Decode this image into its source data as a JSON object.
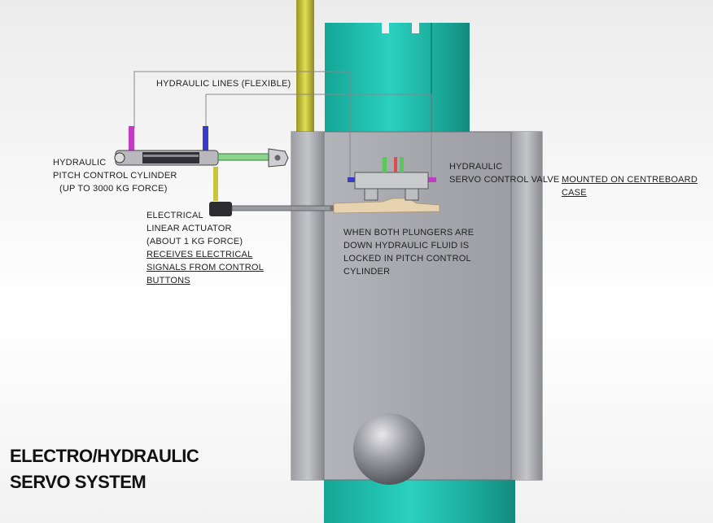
{
  "labels": {
    "hydraulic_lines": "HYDRAULIC LINES (FLEXIBLE)",
    "pitch_cylinder": [
      "HYDRAULIC",
      "PITCH CONTROL CYLINDER",
      "(UP TO 3000 KG FORCE)"
    ],
    "linear_actuator": [
      "ELECTRICAL",
      "LINEAR ACTUATOR",
      "(ABOUT 1 KG FORCE)"
    ],
    "actuator_signals": [
      "RECEIVES ELECTRICAL",
      "SIGNALS FROM CONTROL",
      "BUTTONS"
    ],
    "servo_valve": [
      "HYDRAULIC",
      "SERVO CONTROL VALVE"
    ],
    "mounted_on": [
      "MOUNTED ON CENTREBOARD",
      "CASE"
    ],
    "plungers_note": [
      "WHEN BOTH PLUNGERS ARE",
      "DOWN HYDRAULIC FLUID IS",
      "LOCKED IN PITCH CONTROL",
      "CYLINDER"
    ]
  },
  "title": [
    "ELECTRO/HYDRAULIC",
    "SERVO SYSTEM"
  ],
  "colors": {
    "teal_shaft": "#1fb3a2",
    "casing_grey": "#a9aab0",
    "yellow_rod": "#c9c43a",
    "hydraulic_line_magenta": "#c43ac4",
    "hydraulic_line_blue": "#3a3ac8",
    "plunger_green": "#58c858",
    "linkage_green": "#8bd48b"
  }
}
